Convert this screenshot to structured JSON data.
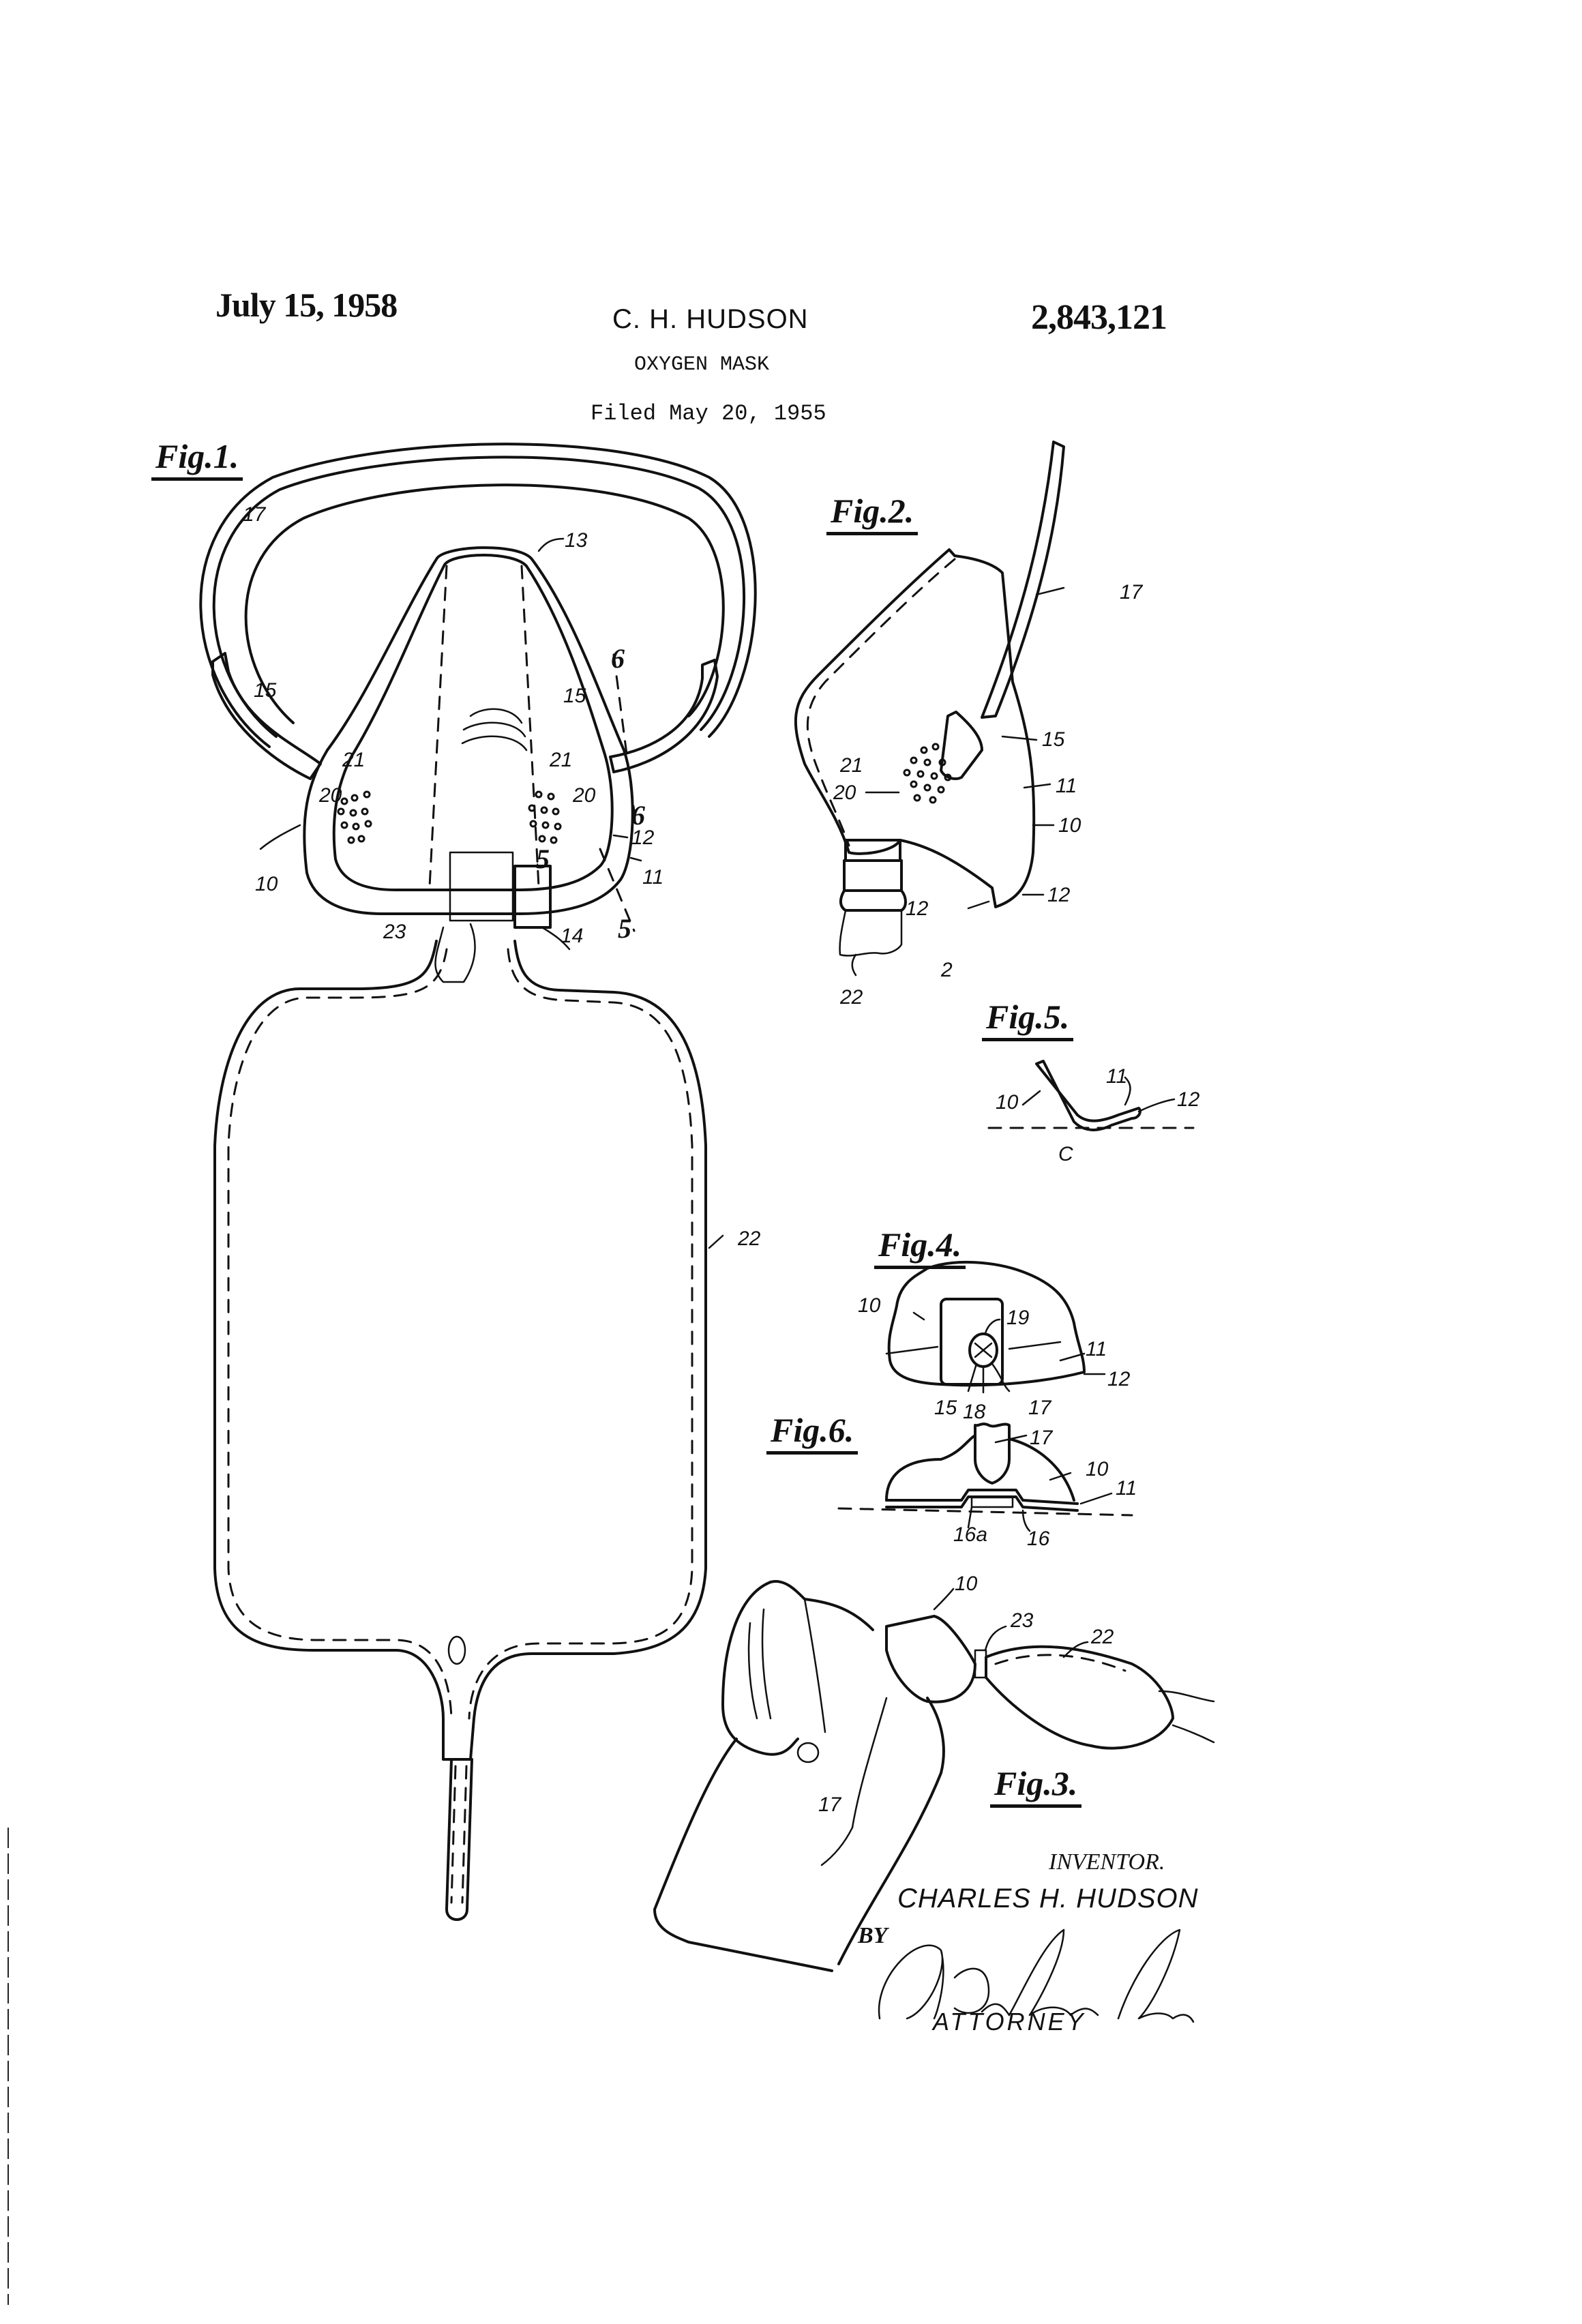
{
  "header": {
    "date": "July 15, 1958",
    "inventor": "C. H. HUDSON",
    "patent_number": "2,843,121",
    "title": "OXYGEN MASK",
    "filed": "Filed May 20, 1955"
  },
  "figures": {
    "fig1": {
      "label": "Fig.1.",
      "refs": {
        "strap": "17",
        "nose": "13",
        "hook_left": "15",
        "hook_right": "15",
        "holes_left": "21",
        "holes_right": "21",
        "vent_left": "20",
        "vent_right": "20",
        "mask": "10",
        "rim": "11",
        "edge": "12",
        "neck": "14",
        "connector": "23",
        "section6_top": "6",
        "section6_bottom": "6",
        "section5_top": "5",
        "section5_bottom": "5",
        "bag": "22"
      }
    },
    "fig2": {
      "label": "Fig.2.",
      "refs": {
        "strap": "17",
        "hook": "15",
        "holes": "21",
        "vent": "20",
        "rim": "11",
        "mask": "10",
        "edge_left": "12",
        "edge_right": "12",
        "connector": "2",
        "bag": "22"
      }
    },
    "fig5": {
      "label": "Fig.5.",
      "refs": {
        "mask": "10",
        "rim": "11",
        "edge": "12",
        "line": "C"
      }
    },
    "fig4": {
      "label": "Fig.4.",
      "refs": {
        "mask": "10",
        "disc": "19",
        "rim": "11",
        "edge": "12",
        "hook": "15",
        "stud": "18",
        "strap": "17"
      }
    },
    "fig6": {
      "label": "Fig.6.",
      "refs": {
        "strap": "17",
        "mask": "10",
        "rim": "11",
        "insert": "16a",
        "socket": "16"
      }
    },
    "fig3": {
      "label": "Fig.3.",
      "refs": {
        "mask": "10",
        "connector": "23",
        "bag": "22",
        "strap": "17"
      }
    }
  },
  "signature": {
    "inventor_label": "INVENTOR.",
    "inventor_name": "CHARLES H. HUDSON",
    "by": "BY",
    "attorney_signature": "A. Durham Owen",
    "role": "ATTORNEY"
  }
}
